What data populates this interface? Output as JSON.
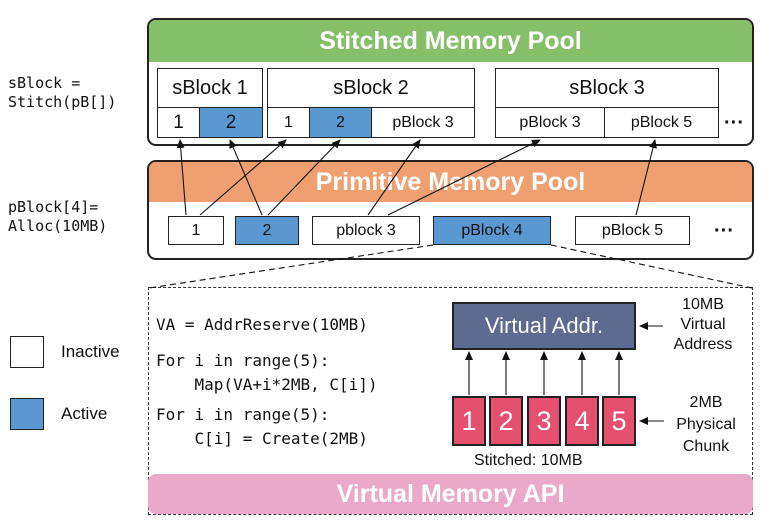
{
  "stitched_pool": {
    "title": "Stitched Memory Pool",
    "sblocks": [
      {
        "name": "sBlock 1",
        "cells": [
          "1",
          "2"
        ]
      },
      {
        "name": "sBlock 2",
        "cells": [
          "1",
          "2",
          "pBlock 3"
        ]
      },
      {
        "name": "sBlock 3",
        "cells": [
          "pBlock 3",
          "pBlock 5"
        ]
      }
    ],
    "ellipsis": "···"
  },
  "primitive_pool": {
    "title": "Primitive Memory Pool",
    "pblocks": [
      "1",
      "2",
      "pblock 3",
      "pBlock 4",
      "pBlock 5"
    ],
    "ellipsis": "···"
  },
  "code_labels": {
    "stitch": "sBlock =\nStitch(pB[])",
    "alloc": "pBlock[4]=\nAlloc(10MB)"
  },
  "legend": {
    "inactive": "Inactive",
    "active": "Active"
  },
  "api_detail": {
    "code_lines": [
      "VA = AddrReserve(10MB)",
      "For i in range(5):",
      "    Map(VA+i*2MB, C[i])",
      "For i in range(5):",
      "    C[i] = Create(2MB)"
    ],
    "virtual_addr": "Virtual Addr.",
    "virtual_note": "10MB\nVirtual\nAddress",
    "chunks": [
      "1",
      "2",
      "3",
      "4",
      "5"
    ],
    "physical_note": "2MB\nPhysical\nChunk",
    "stitched_caption": "Stitched: 10MB",
    "api_title": "Virtual Memory API"
  },
  "colors": {
    "stitched_banner": "#86bf6a",
    "primitive_banner": "#f0a070",
    "api_banner": "#eba9c9",
    "active": "#5b97d1",
    "chunk": "#e5506e",
    "virtual_addr": "#5c6b8f"
  }
}
